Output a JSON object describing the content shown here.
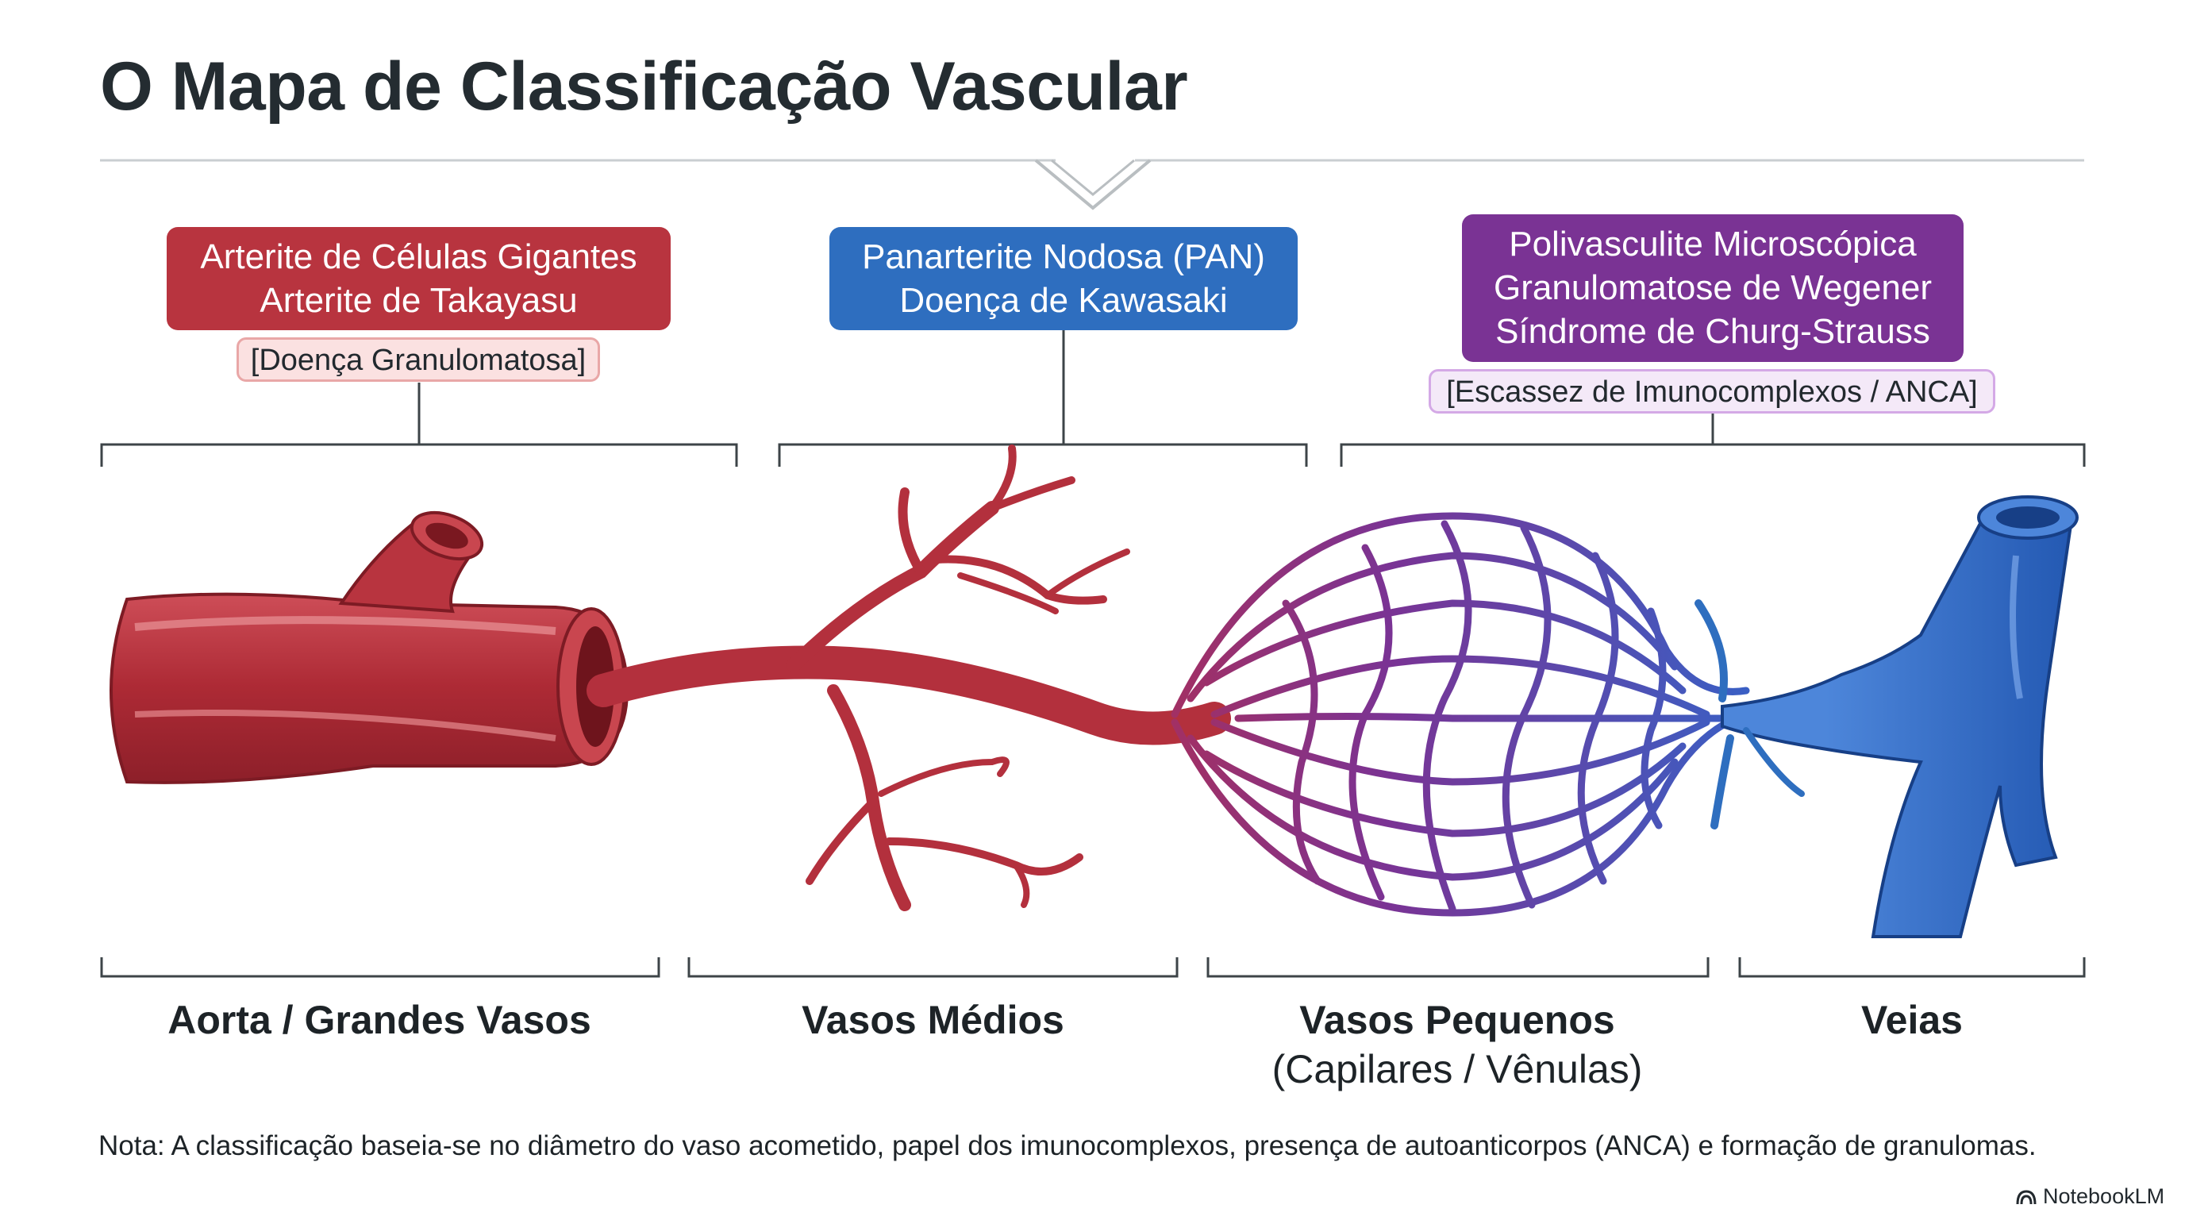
{
  "title": "O Mapa de Classificação Vascular",
  "groups": [
    {
      "color": "#b8343f",
      "diseases": [
        "Arterite de Células Gigantes",
        "Arterite de Takayasu"
      ],
      "tag": "[Doença Granulomatosa]"
    },
    {
      "color": "#2e6ebf",
      "diseases": [
        "Panarterite Nodosa (PAN)",
        "Doença de Kawasaki"
      ]
    },
    {
      "color": "#7a3394",
      "diseases": [
        "Polivasculite Microscópica",
        "Granulomatose de Wegener",
        "Síndrome de Churg-Strauss"
      ],
      "tag": "[Escassez de Imunocomplexos / ANCA]"
    }
  ],
  "vessel_labels": {
    "aorta": "Aorta / Grandes Vasos",
    "medios": "Vasos Médios",
    "pequenos": "Vasos Pequenos",
    "pequenos_sub": "(Capilares / Vênulas)",
    "veias": "Veias"
  },
  "note": "Nota: A classificação baseia-se no diâmetro do vaso acometido, papel dos imunocomplexos, presença de autoanticorpos (ANCA) e formação de granulomas.",
  "brand": "NotebookLM",
  "colors": {
    "artery": "#b8343f",
    "capillary": "#7a3394",
    "vein": "#2e6ebf"
  }
}
